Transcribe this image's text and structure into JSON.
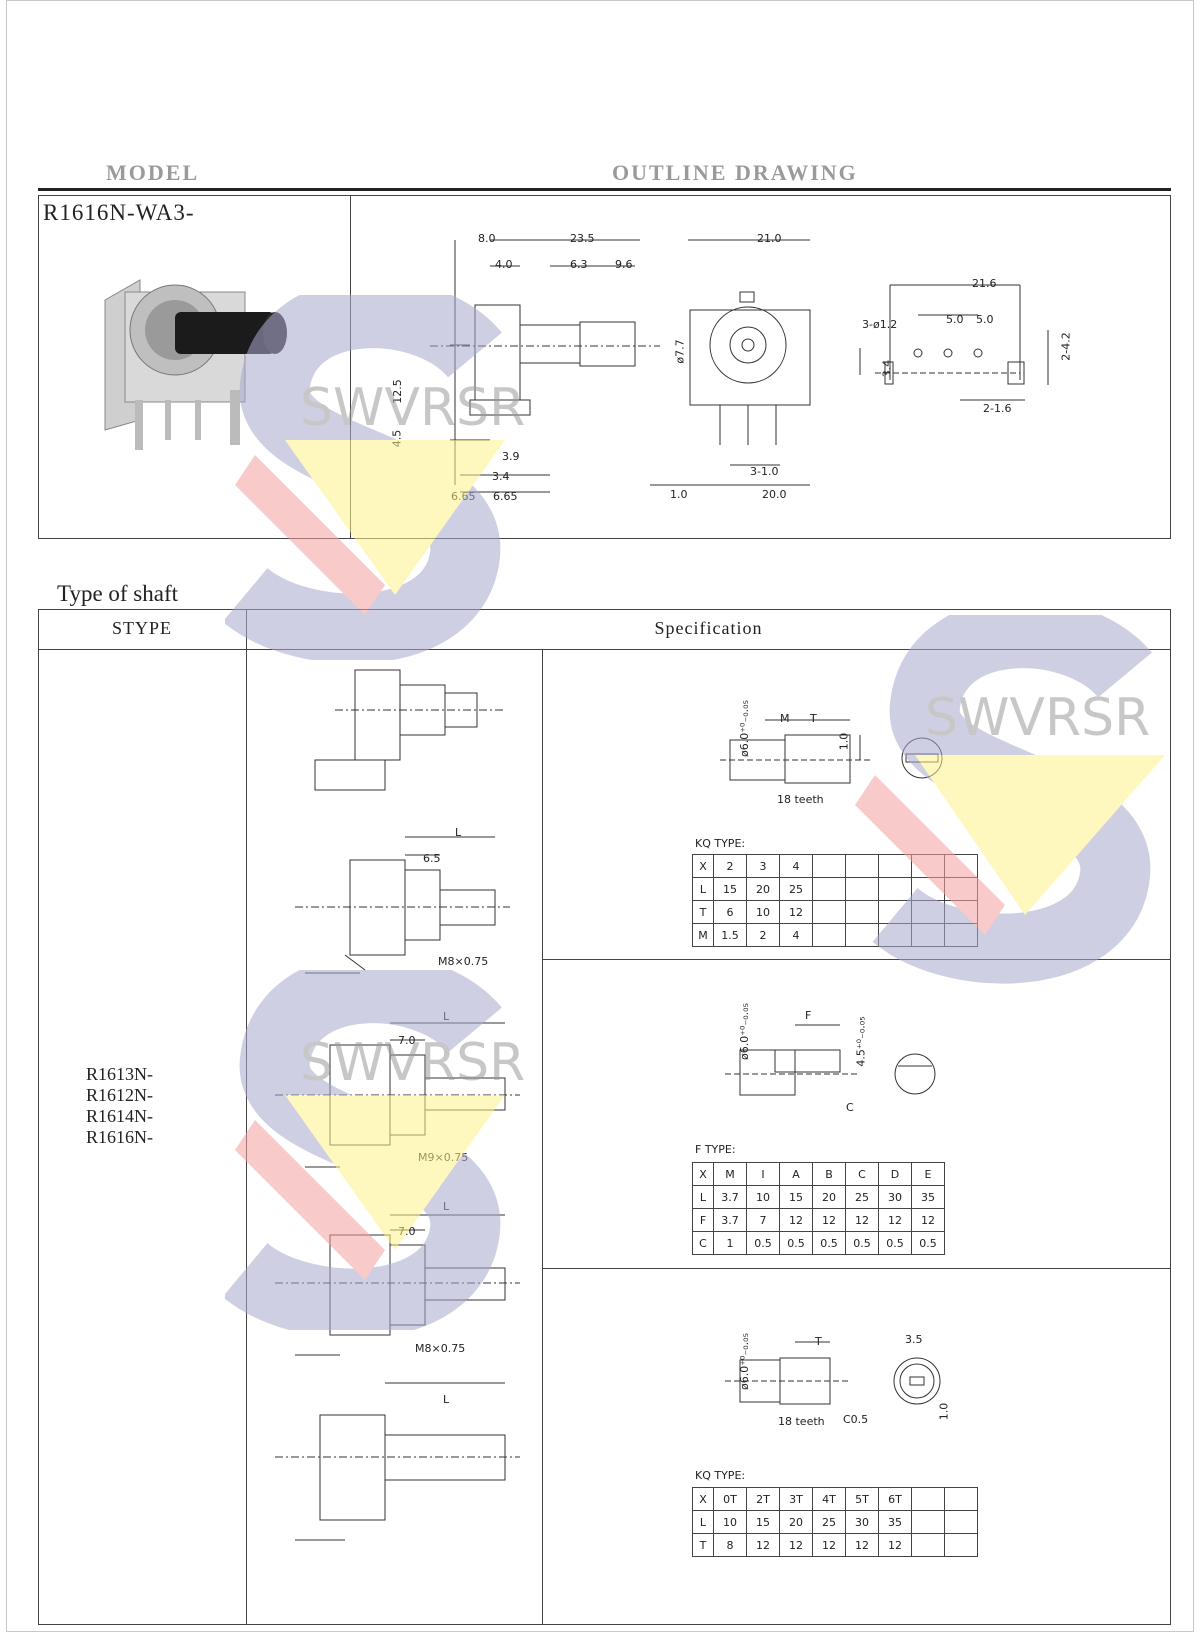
{
  "header": {
    "model": "MODEL",
    "outline": "OUTLINE DRAWING"
  },
  "model_name": "R1616N-WA3-",
  "section_title": "Type of shaft",
  "table_headers": {
    "stype": "STYPE",
    "spec": "Specification"
  },
  "models": [
    "R1613N-",
    "R1612N-",
    "R1614N-",
    "R1616N-"
  ],
  "watermark": "SWVRSR",
  "outline_dims": {
    "side": [
      "8.0",
      "23.5",
      "4.0",
      "6.3",
      "9.6",
      "ø7.7",
      "12.5",
      "4.5",
      "3.9",
      "3.4",
      "6.65",
      "6.65"
    ],
    "front": [
      "21.0",
      "3-1.0",
      "1.0",
      "20.0"
    ],
    "pcb": [
      "21.6",
      "3-ø1.2",
      "5.0",
      "5.0",
      "2-4.2",
      "3.4",
      "2-1.6"
    ]
  },
  "stype_labels": [
    "6.5",
    "L",
    "M8×0.75",
    "7.0",
    "L",
    "M9×0.75",
    "7.0",
    "L",
    "M8×0.75",
    "L"
  ],
  "kq_spec": {
    "dims": [
      "ø6.0⁺⁰₋₀.₀₅",
      "M",
      "T",
      "1.0",
      "18 teeth"
    ],
    "title": "KQ TYPE:",
    "rows": [
      [
        "X",
        "2",
        "3",
        "4",
        "",
        "",
        "",
        "",
        ""
      ],
      [
        "L",
        "15",
        "20",
        "25",
        "",
        "",
        "",
        "",
        ""
      ],
      [
        "T",
        "6",
        "10",
        "12",
        "",
        "",
        "",
        "",
        ""
      ],
      [
        "M",
        "1.5",
        "2",
        "4",
        "",
        "",
        "",
        "",
        ""
      ]
    ]
  },
  "f_spec": {
    "dims": [
      "ø6.0⁺⁰₋₀.₀₅",
      "F",
      "4.5⁺⁰₋₀.₀₅",
      "C"
    ],
    "title": "F TYPE:",
    "rows": [
      [
        "X",
        "M",
        "I",
        "A",
        "B",
        "C",
        "D",
        "E"
      ],
      [
        "L",
        "3.7",
        "10",
        "15",
        "20",
        "25",
        "30",
        "35"
      ],
      [
        "F",
        "3.7",
        "7",
        "12",
        "12",
        "12",
        "12",
        "12"
      ],
      [
        "C",
        "1",
        "0.5",
        "0.5",
        "0.5",
        "0.5",
        "0.5",
        "0.5"
      ]
    ]
  },
  "kq2_spec": {
    "dims": [
      "ø6.0⁺⁰₋₀.₀₅",
      "T",
      "18 teeth",
      "C0.5",
      "3.5",
      "1.0"
    ],
    "title": "KQ TYPE:",
    "rows": [
      [
        "X",
        "0T",
        "2T",
        "3T",
        "4T",
        "5T",
        "6T",
        "",
        ""
      ],
      [
        "L",
        "10",
        "15",
        "20",
        "25",
        "30",
        "35",
        "",
        ""
      ],
      [
        "T",
        "8",
        "12",
        "12",
        "12",
        "12",
        "12",
        "",
        ""
      ]
    ]
  }
}
